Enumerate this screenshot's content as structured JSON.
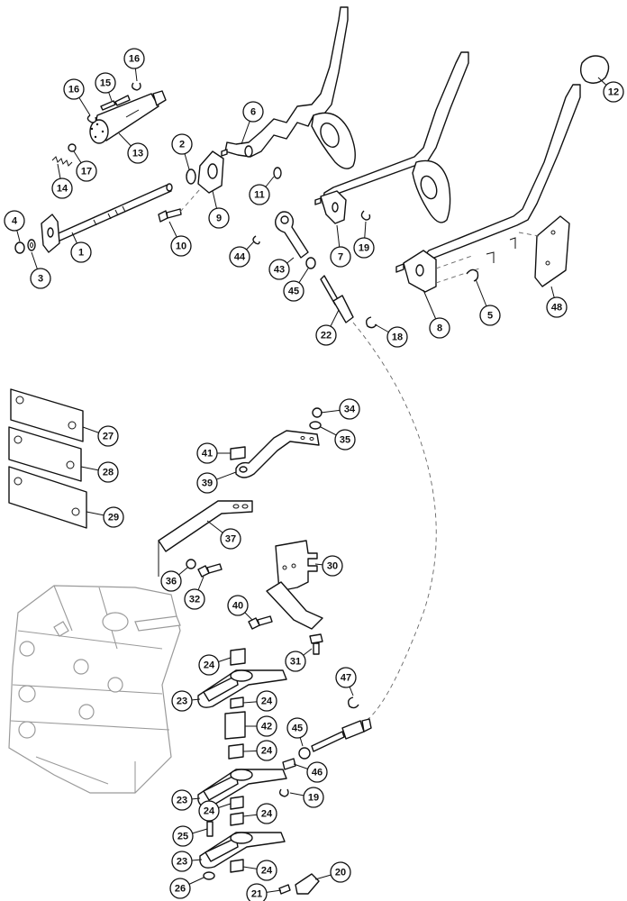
{
  "callouts": [
    {
      "id": "c1",
      "label": "1"
    },
    {
      "id": "c2",
      "label": "2"
    },
    {
      "id": "c3",
      "label": "3"
    },
    {
      "id": "c4",
      "label": "4"
    },
    {
      "id": "c5",
      "label": "5"
    },
    {
      "id": "c6",
      "label": "6"
    },
    {
      "id": "c7",
      "label": "7"
    },
    {
      "id": "c8",
      "label": "8"
    },
    {
      "id": "c9",
      "label": "9"
    },
    {
      "id": "c10",
      "label": "10"
    },
    {
      "id": "c11",
      "label": "11"
    },
    {
      "id": "c12",
      "label": "12"
    },
    {
      "id": "c13",
      "label": "13"
    },
    {
      "id": "c14",
      "label": "14"
    },
    {
      "id": "c15",
      "label": "15"
    },
    {
      "id": "c16a",
      "label": "16"
    },
    {
      "id": "c16b",
      "label": "16"
    },
    {
      "id": "c17",
      "label": "17"
    },
    {
      "id": "c18",
      "label": "18"
    },
    {
      "id": "c19a",
      "label": "19"
    },
    {
      "id": "c19b",
      "label": "19"
    },
    {
      "id": "c20",
      "label": "20"
    },
    {
      "id": "c21",
      "label": "21"
    },
    {
      "id": "c22",
      "label": "22"
    },
    {
      "id": "c23a",
      "label": "23"
    },
    {
      "id": "c23b",
      "label": "23"
    },
    {
      "id": "c23c",
      "label": "23"
    },
    {
      "id": "c24a",
      "label": "24"
    },
    {
      "id": "c24b",
      "label": "24"
    },
    {
      "id": "c24c",
      "label": "24"
    },
    {
      "id": "c24d",
      "label": "24"
    },
    {
      "id": "c24e",
      "label": "24"
    },
    {
      "id": "c24f",
      "label": "24"
    },
    {
      "id": "c25",
      "label": "25"
    },
    {
      "id": "c26",
      "label": "26"
    },
    {
      "id": "c27",
      "label": "27"
    },
    {
      "id": "c28",
      "label": "28"
    },
    {
      "id": "c29",
      "label": "29"
    },
    {
      "id": "c30",
      "label": "30"
    },
    {
      "id": "c31",
      "label": "31"
    },
    {
      "id": "c32",
      "label": "32"
    },
    {
      "id": "c34",
      "label": "34"
    },
    {
      "id": "c35",
      "label": "35"
    },
    {
      "id": "c36",
      "label": "36"
    },
    {
      "id": "c37",
      "label": "37"
    },
    {
      "id": "c39",
      "label": "39"
    },
    {
      "id": "c40",
      "label": "40"
    },
    {
      "id": "c41",
      "label": "41"
    },
    {
      "id": "c42",
      "label": "42"
    },
    {
      "id": "c43",
      "label": "43"
    },
    {
      "id": "c44",
      "label": "44"
    },
    {
      "id": "c45a",
      "label": "45"
    },
    {
      "id": "c45b",
      "label": "45"
    },
    {
      "id": "c46",
      "label": "46"
    },
    {
      "id": "c47",
      "label": "47"
    },
    {
      "id": "c48",
      "label": "48"
    }
  ]
}
